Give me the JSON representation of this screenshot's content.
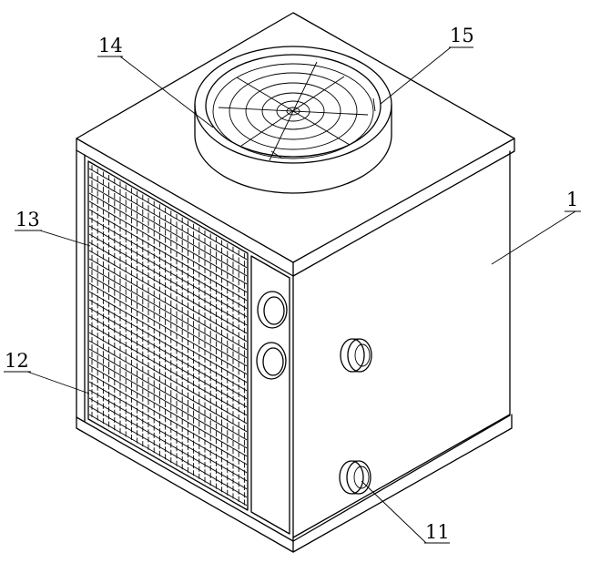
{
  "labels": {
    "unit": "1",
    "pipe": "11",
    "side_panel": "12",
    "fin_grille": "13",
    "fan_housing": "14",
    "fan_guard": "15"
  }
}
